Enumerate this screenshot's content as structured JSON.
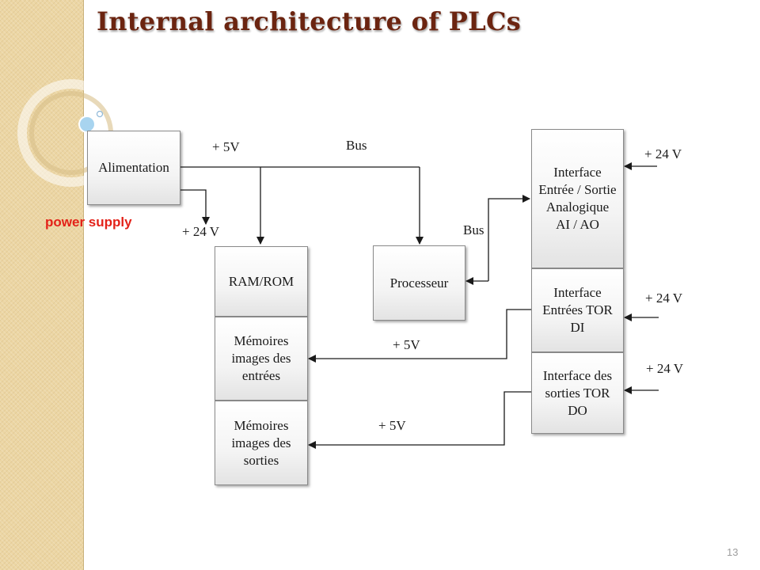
{
  "slide": {
    "title": "Internal architecture of PLCs",
    "page_number": "13",
    "annotation": "power supply"
  },
  "colors": {
    "title": "#6b2410",
    "annotation": "#e32219",
    "side_band": "#ecd6a4"
  },
  "diagram": {
    "boxes": {
      "alimentation": "Alimentation",
      "ram_rom": "RAM/ROM",
      "mem_inputs": "Mémoires\nimages des\nentrées",
      "mem_outputs": "Mémoires\nimages des\nsorties",
      "processeur": "Processeur",
      "interface_analog": "Interface\nEntrée / Sortie\nAnalogique\nAI / AO",
      "interface_di": "Interface\nEntrées TOR\nDI",
      "interface_do": "Interface des\nsorties TOR\nDO"
    },
    "labels": {
      "plus5v_top": "+ 5V",
      "bus_top": "Bus",
      "plus24v_supply": "+ 24 V",
      "bus_side": "Bus",
      "plus24v_analog": "+ 24 V",
      "plus24v_di": "+ 24 V",
      "plus24v_do": "+ 24 V",
      "plus5v_inputs": "+ 5V",
      "plus5v_outputs": "+ 5V"
    }
  }
}
